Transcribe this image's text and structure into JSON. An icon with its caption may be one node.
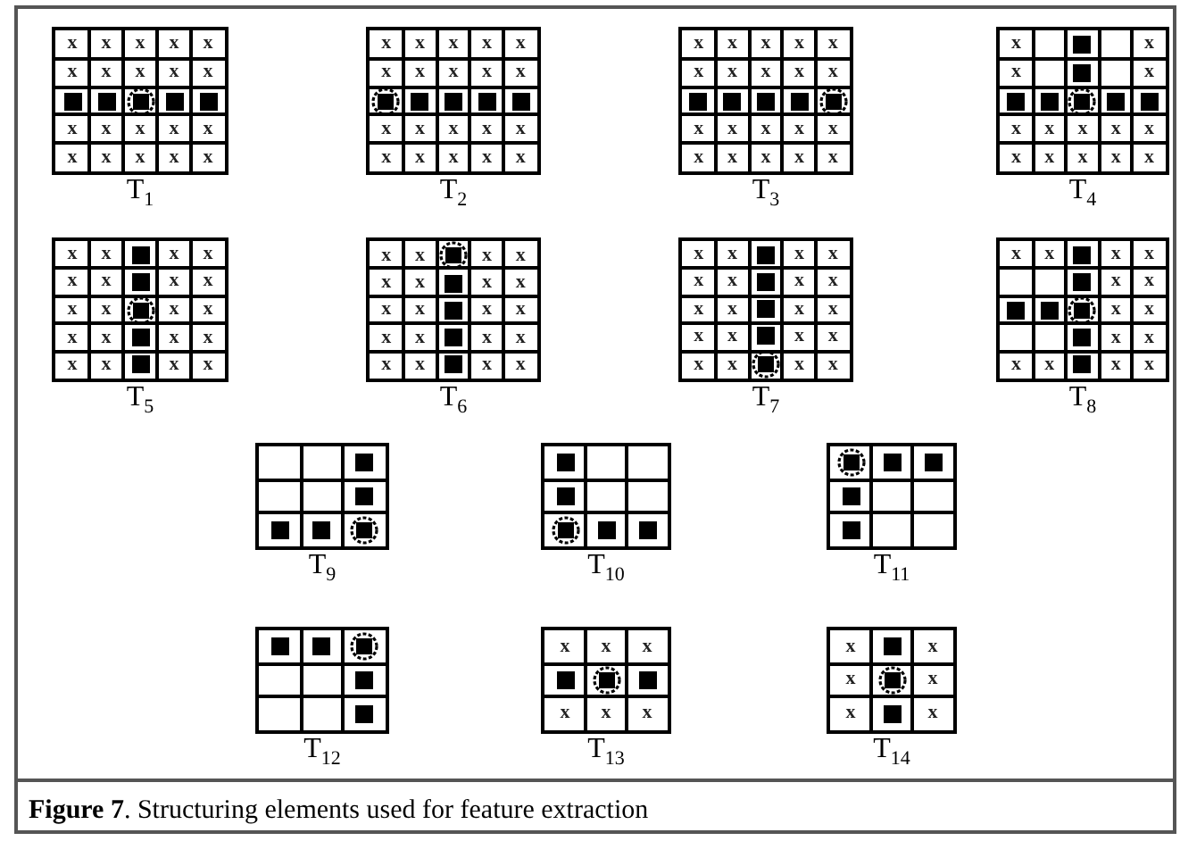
{
  "diagram": {
    "caption": "**Figure 7**. Structuring elements used for feature extraction",
    "nodes": [
      {
        "text": [
          "x",
          "x",
          "x",
          "x",
          "x",
          "x",
          "x",
          "x",
          "x",
          "x",
          "x",
          "x",
          "x",
          "x",
          "x",
          "x",
          "x",
          "x",
          "x",
          "x"
        ],
        "beside": [
          "T$_{1}$"
        ]
      },
      {
        "text": [
          "x",
          "x",
          "x",
          "x",
          "x",
          "x",
          "x",
          "x",
          "x",
          "x",
          "x",
          "x",
          "x",
          "x",
          "x",
          "x",
          "x",
          "x",
          "x",
          "x"
        ],
        "beside": [
          "T$_{2}$"
        ]
      },
      {
        "text": [
          "x",
          "x",
          "x",
          "x",
          "x",
          "x",
          "x",
          "x",
          "x",
          "x",
          "x",
          "x",
          "x",
          "x",
          "x",
          "x",
          "x",
          "x",
          "x",
          "x"
        ],
        "beside": [
          "T$_{3}$"
        ]
      },
      {
        "text": [
          "x",
          "x",
          "x",
          "x",
          "x",
          "x",
          "x",
          "x",
          "x",
          "x",
          "x",
          "x",
          "x",
          "x"
        ],
        "beside": [
          "T$_{4}$"
        ]
      },
      {
        "text": [
          "x",
          "x",
          "x",
          "x",
          "x",
          "x",
          "x",
          "x",
          "x",
          "x",
          "x",
          "x",
          "x",
          "x",
          "x",
          "x",
          "x",
          "x",
          "x",
          "x"
        ],
        "beside": [
          "T$_{5}$"
        ]
      },
      {
        "text": [
          "x",
          "x",
          "x",
          "x",
          "x",
          "x",
          "x",
          "x",
          "x",
          "x",
          "x",
          "x",
          "x",
          "x",
          "x",
          "x",
          "x",
          "x",
          "x",
          "x"
        ],
        "beside": [
          "T$_{6}$"
        ]
      },
      {
        "text": [
          "x",
          "x",
          "x",
          "x",
          "x",
          "x",
          "x",
          "x",
          "x",
          "x",
          "x",
          "x",
          "x",
          "x",
          "x",
          "x",
          "x",
          "x",
          "x",
          "x"
        ],
        "beside": [
          "T$_{7}$"
        ]
      },
      {
        "text": [
          "x",
          "x",
          "x",
          "x",
          "x",
          "x",
          "x",
          "x",
          "x",
          "x",
          "x",
          "x",
          "x",
          "x"
        ],
        "beside": [
          "T$_{8}$"
        ]
      },
      {
        "text": [],
        "shape": "box",
        "beside": [
          "T$_{9}$"
        ]
      },
      {
        "text": [],
        "shape": "box",
        "beside": [
          "T$_{10}$"
        ]
      },
      {
        "text": [],
        "shape": "box",
        "beside": [
          "T$_{11}$"
        ]
      },
      {
        "text": [],
        "shape": "box",
        "beside": [
          "T$_{12}$"
        ]
      },
      {
        "text": [
          "x",
          "x",
          "x",
          "x",
          "x",
          "x"
        ],
        "beside": [
          "T$_{13}$"
        ]
      },
      {
        "text": [
          "x",
          "x",
          "x",
          "x",
          "x",
          "x"
        ],
        "beside": [
          "T$_{14}$"
        ]
      }
    ]
  }
}
